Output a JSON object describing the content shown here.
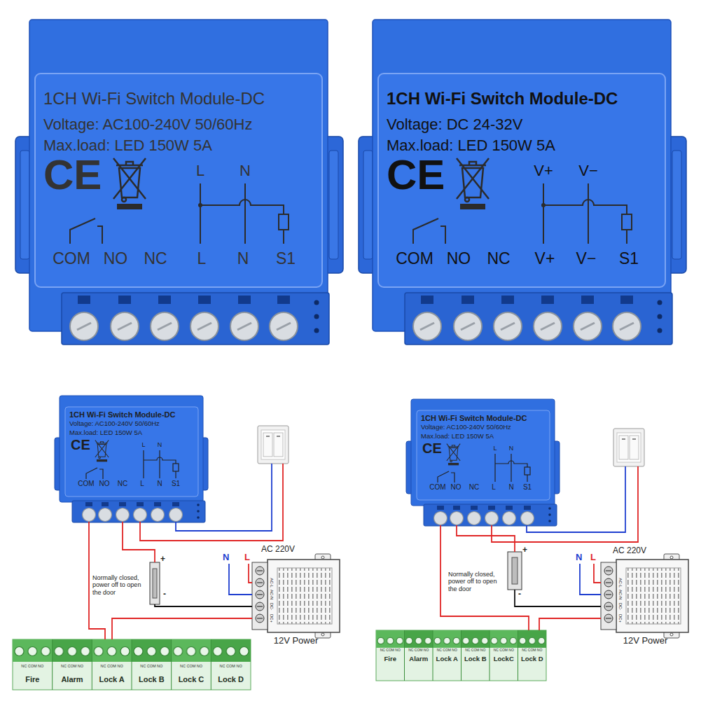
{
  "diagram": {
    "nodes": [
      {
        "text": [
          "1CH Wi-Fi Switch Module-DC",
          "Voltage: AC100-240V 50/60Hz",
          "Max.load: LED 150W 5A",
          "CE",
          "L",
          "N",
          "COM",
          "NO",
          "NC",
          "L",
          "N",
          "S1"
        ]
      },
      {
        "text": [
          "1CH Wi-Fi Switch Module-DC",
          "Voltage: DC 24-32V",
          "Max.load: LED 150W 5A",
          "CE",
          "V+",
          "V−",
          "COM",
          "NO",
          "NC",
          "V+",
          "V−",
          "S1"
        ]
      },
      {
        "text": [
          "1CH Wi-Fi Switch Module-DC",
          "Voltage: AC100-240V 50/60Hz",
          "Max.load: LED 150W 5A",
          "CE",
          "L",
          "N",
          "COM",
          "NO",
          "NC",
          "L",
          "N",
          "S1"
        ]
      },
      {
        "text": [
          "Normally closed, power off to open the door",
          "+",
          "-"
        ]
      },
      {
        "text": [
          "AC-L",
          "AC-N",
          "DC-",
          "DC+",
          "12V Power"
        ]
      },
      {
        "text": [
          "NC COM NO",
          "Fire"
        ]
      },
      {
        "text": [
          "NC COM NO",
          "Alarm"
        ]
      },
      {
        "text": [
          "NC COM NO",
          "Lock A"
        ]
      },
      {
        "text": [
          "NC COM NO",
          "Lock B"
        ]
      },
      {
        "text": [
          "NC COM NO",
          "Lock C"
        ]
      },
      {
        "text": [
          "NC COM NO",
          "Lock D"
        ]
      },
      {
        "text": [
          "1CH Wi-Fi Switch Module-DC",
          "Voltage: AC100-240V 50/60Hz",
          "Max.load: LED 150W 5A",
          "CE",
          "L",
          "N",
          "COM",
          "NO",
          "NC",
          "L",
          "N",
          "S1"
        ]
      },
      {
        "text": [
          "Normally closed, power off to open the door",
          "+",
          "-"
        ]
      },
      {
        "text": [
          "AC-L",
          "AC-N",
          "DC-",
          "DC+",
          "12V Power"
        ]
      },
      {
        "text": [
          "NC COM NO",
          "Fire"
        ]
      },
      {
        "text": [
          "NC COM NO",
          "Alarm"
        ]
      },
      {
        "text": [
          "NC COM NO",
          "Lock A"
        ]
      },
      {
        "text": [
          "NC COM NO",
          "Lock B"
        ]
      },
      {
        "text": [
          "NC COM NO",
          "LockC"
        ]
      },
      {
        "text": [
          "NC COM NO",
          "Lock D"
        ]
      }
    ],
    "edges": [
      {
        "from": 2,
        "to": 7,
        "arrow": "none"
      },
      {
        "from": 2,
        "to": 3,
        "arrow": "none"
      },
      {
        "from": 3,
        "to": 4,
        "arrow": "none"
      },
      {
        "from": 4,
        "to": 7,
        "arrow": "none"
      },
      {
        "from": 11,
        "to": 19,
        "arrow": "none"
      },
      {
        "from": 11,
        "to": 12,
        "arrow": "none"
      },
      {
        "from": 12,
        "to": 13,
        "arrow": "none"
      },
      {
        "from": 13,
        "to": 19,
        "arrow": "none"
      }
    ],
    "labels": [
      "AC 220V",
      "N",
      "L",
      "AC 220V",
      "N",
      "L"
    ]
  }
}
